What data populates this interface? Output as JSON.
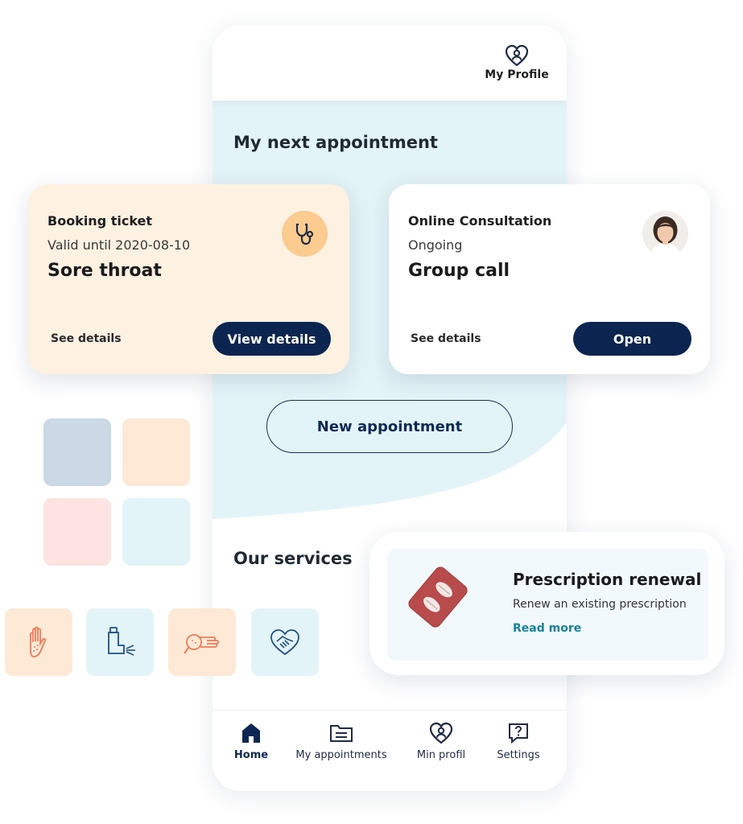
{
  "header": {
    "profile_label": "My Profile",
    "profile_icon": "heart-person-icon"
  },
  "appointments": {
    "title": "My next appointment",
    "new_button_label": "New appointment",
    "cards": [
      {
        "kicker": "Booking ticket",
        "subtitle": "Valid until 2020-08-10",
        "title": "Sore throat",
        "link_label": "See details",
        "button_label": "View details",
        "icon": "stethoscope-icon",
        "background": "#fdf1e2"
      },
      {
        "kicker": "Online Consultation",
        "subtitle": "Ongoing",
        "title": "Group call",
        "link_label": "See details",
        "button_label": "Open",
        "icon": "doctor-avatar",
        "background": "#ffffff"
      }
    ]
  },
  "services": {
    "title": "Our services",
    "tiles": [
      {
        "icon": "hand-rash-icon",
        "color": "#fde9d6"
      },
      {
        "icon": "inhaler-icon",
        "color": "#e3f4f8"
      },
      {
        "icon": "magnifier-hand-icon",
        "color": "#fde9d6"
      },
      {
        "icon": "heart-handshake-icon",
        "color": "#e3f4f8"
      }
    ],
    "featured": {
      "title": "Prescription renewal",
      "description": "Renew an existing prescription",
      "link_label": "Read more",
      "icon": "pill-pack-icon"
    }
  },
  "swatches": [
    "#cdd8e6",
    "#fde9d6",
    "#fde4e2",
    "#e3f4f8"
  ],
  "nav": [
    {
      "label": "Home",
      "icon": "home-icon",
      "active": true
    },
    {
      "label": "My appointments",
      "icon": "folder-icon",
      "active": false
    },
    {
      "label": "Min profil",
      "icon": "heart-person-icon",
      "active": false
    },
    {
      "label": "Settings",
      "icon": "help-chat-icon",
      "active": false
    }
  ],
  "colors": {
    "navy": "#0c2550",
    "light_blue": "#e3f4f8",
    "peach": "#fdf1e2",
    "teal_link": "#14829a"
  }
}
